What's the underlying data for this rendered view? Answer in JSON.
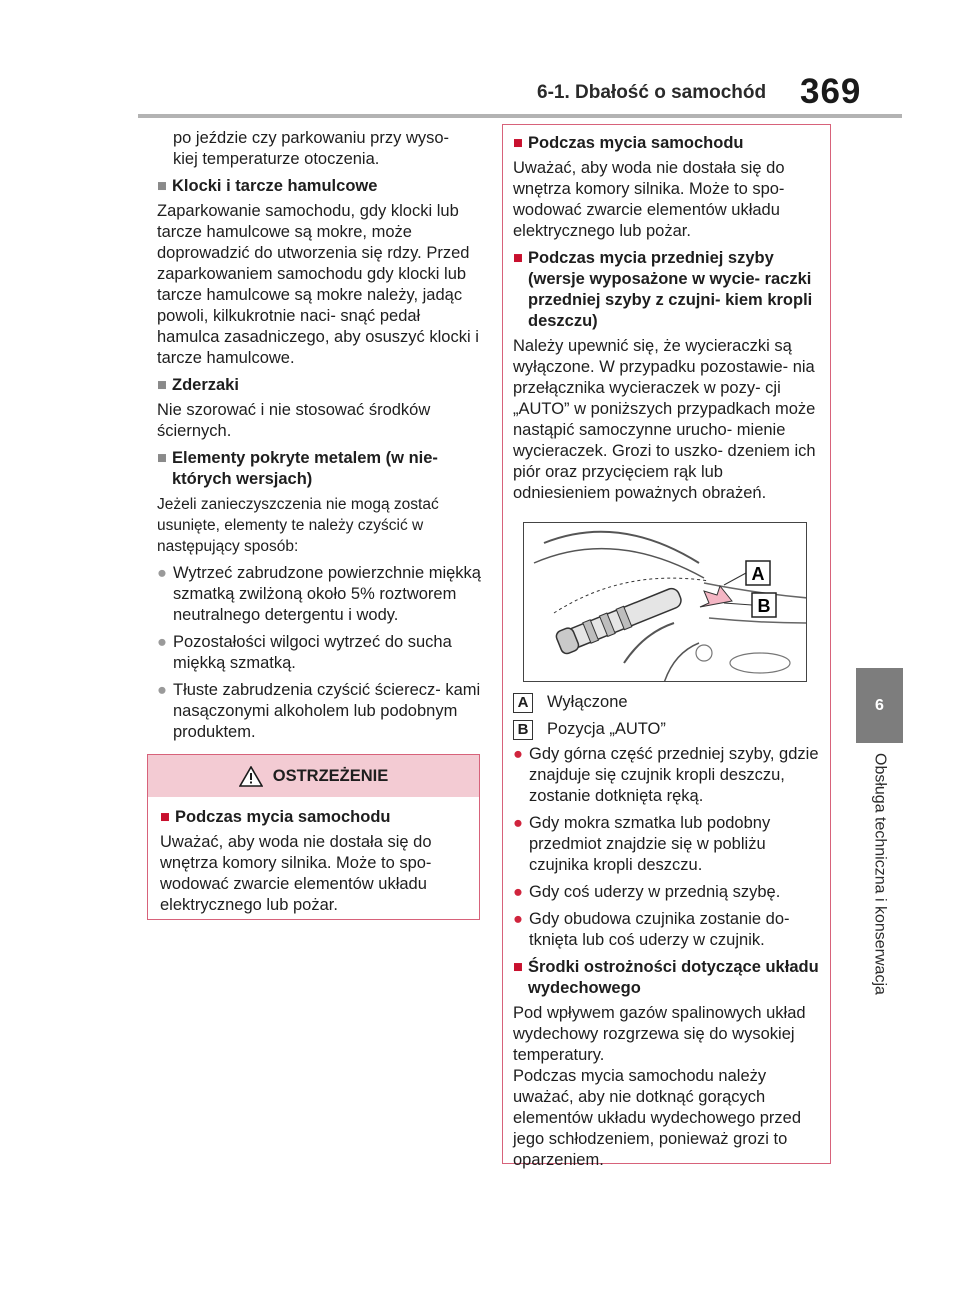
{
  "header": {
    "section_title": "6-1. Dbałość o samochód",
    "page_number": "369"
  },
  "side_tab": {
    "chapter_number": "6",
    "chapter_label": "Obsługa techniczna i konserwacja"
  },
  "left_column": {
    "intro_line1": "po jeździe czy parkowaniu przy wyso-",
    "intro_line2": "kiej temperaturze otoczenia.",
    "brakes": {
      "heading": "Klocki i tarcze hamulcowe",
      "body": "Zaparkowanie samochodu, gdy klocki lub tarcze hamulcowe są mokre, może doprowadzić do utworzenia się rdzy. Przed zaparkowaniem samochodu gdy klocki lub tarcze hamulcowe są mokre należy, jadąc powoli, kilkukrotnie naci- snąć pedał hamulca zasadniczego, aby osuszyć klocki i tarcze hamulcowe."
    },
    "bumpers": {
      "heading": "Zderzaki",
      "body": "Nie szorować i nie stosować środków ściernych."
    },
    "metal": {
      "heading": "Elementy pokryte metalem (w nie- których wersjach)",
      "body": "Jeżeli zanieczyszczenia nie mogą zostać usunięte, elementy te należy czyścić w następujący sposób:",
      "bullets": [
        "Wytrzeć zabrudzone powierzchnie miękką szmatką zwilżoną około 5% roztworem neutralnego detergentu i wody.",
        "Pozostałości wilgoci wytrzeć do sucha miękką szmatką.",
        "Tłuste zabrudzenia czyścić ścierecz- kami nasączonymi alkoholem lub podobnym produktem."
      ]
    }
  },
  "warning_box": {
    "title": "OSTRZEŻENIE",
    "heading": "Podczas mycia samochodu",
    "body": "Uważać, aby woda nie dostała się do wnętrza komory silnika. Może to spo- wodować zwarcie elementów układu elektrycznego lub pożar."
  },
  "right_box": {
    "wash": {
      "heading": "Podczas mycia samochodu",
      "body": "Uważać, aby woda nie dostała się do wnętrza komory silnika. Może to spo- wodować zwarcie elementów układu elektrycznego lub pożar."
    },
    "windshield": {
      "heading": "Podczas mycia przedniej szyby (wersje wyposażone w wycie- raczki przedniej szyby z czujni- kiem kropli deszczu)",
      "body": "Należy upewnić się, że wycieraczki są wyłączone. W przypadku pozostawie- nia przełącznika wycieraczek w pozy- cji „AUTO” w poniższych przypadkach może nastąpić samoczynne urucho- mienie wycieraczek. Grozi to uszko- dzeniem ich piór oraz przycięciem rąk lub odniesieniem poważnych obrażeń."
    },
    "figure_labels": {
      "a": "A",
      "b": "B"
    },
    "legend": [
      {
        "key": "A",
        "text": "Wyłączone"
      },
      {
        "key": "B",
        "text": "Pozycja „AUTO”"
      }
    ],
    "bullets": [
      "Gdy górna część przedniej szyby, gdzie znajduje się czujnik kropli deszczu, zostanie dotknięta ręką.",
      "Gdy mokra szmatka lub podobny przedmiot znajdzie się w pobliżu czujnika kropli deszczu.",
      "Gdy coś uderzy w przednią szybę.",
      "Gdy obudowa czujnika zostanie do- tknięta lub coś uderzy w czujnik."
    ],
    "exhaust": {
      "heading": "Środki ostrożności dotyczące układu wydechowego",
      "body1": "Pod wpływem gazów spalinowych układ wydechowy rozgrzewa się do wysokiej temperatury.",
      "body2": "Podczas mycia samochodu należy uważać, aby nie dotknąć gorących elementów układu wydechowego przed jego schłodzeniem, ponieważ grozi to oparzeniem."
    }
  },
  "colors": {
    "accent_red": "#c8102e",
    "warning_fill": "#f3cbd3",
    "tab_grey": "#7d7d7d"
  }
}
